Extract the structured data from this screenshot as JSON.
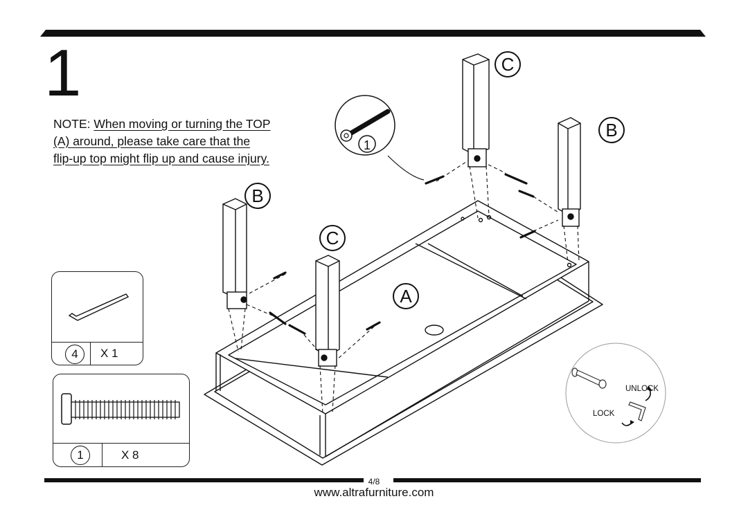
{
  "step": {
    "number": "1"
  },
  "note": {
    "prefix": "NOTE:",
    "line1": "When moving or turning the TOP",
    "line2": "(A) around, please take care that the",
    "line3": "flip-up top might flip up and cause injury."
  },
  "labels": {
    "a": "A",
    "b": "B",
    "c": "C",
    "bolt_ref": "1"
  },
  "hardware": [
    {
      "id": "4",
      "qty": "X 1",
      "name": "allen-key"
    },
    {
      "id": "1",
      "qty": "X 8",
      "name": "bolt"
    }
  ],
  "lock_detail": {
    "unlock": "UNLOCK",
    "lock": "LOCK"
  },
  "footer": {
    "page": "4/8",
    "url": "www.altrafurniture.com"
  }
}
